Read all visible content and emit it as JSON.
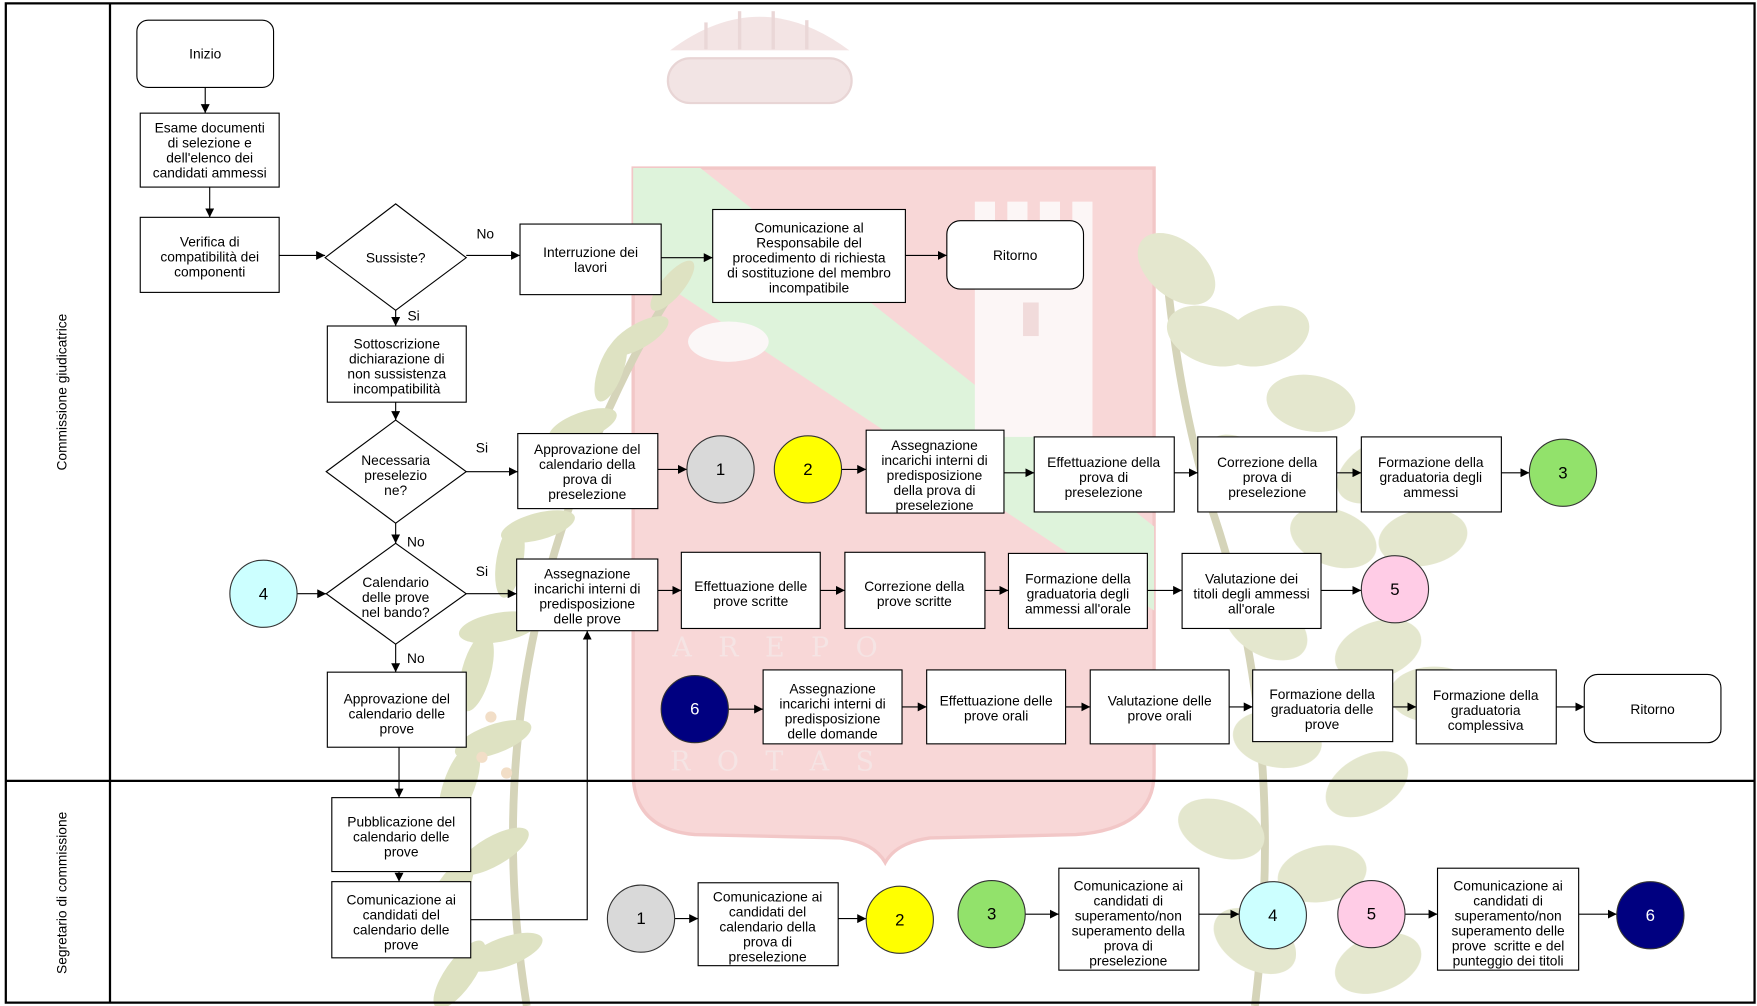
{
  "lanes": {
    "top": "Commissione giudicatrice",
    "bottom": "Segretario di commissione"
  },
  "watermark": {
    "motto_1": "A R E P O",
    "motto_2": "R O T A S"
  },
  "nodes": {
    "inizio": [
      "Inizio"
    ],
    "esame_documenti": [
      "Esame documenti",
      "di selezione e",
      "dell'elenco dei",
      "candidati ammessi"
    ],
    "verifica_compatibilita": [
      "Verifica di",
      "compatibilità dei",
      "componenti"
    ],
    "sussiste": [
      "Sussiste?"
    ],
    "interruzione_lavori": [
      "Interruzione dei",
      "lavori"
    ],
    "comunicazione_responsabile": [
      "Comunicazione al",
      "Responsabile del",
      "procedimento di richiesta",
      "di sostituzione del membro",
      "incompatibile"
    ],
    "ritorno_1": [
      "Ritorno"
    ],
    "sottoscrizione": [
      "Sottoscrizione",
      "dichiarazione di",
      "non sussistenza",
      "incompatibilità"
    ],
    "necessaria_preselezione": [
      "Necessaria",
      "preselezio",
      "ne?"
    ],
    "approvazione_calendario_preselezione": [
      "Approvazione del",
      "calendario della",
      "prova di",
      "preselezione"
    ],
    "assegnazione_preselezione": [
      "Assegnazione",
      "incarichi interni di",
      "predisposizione",
      "della prova di",
      "preselezione"
    ],
    "effettuazione_preselezione": [
      "Effettuazione della",
      "prova di",
      "preselezione"
    ],
    "correzione_preselezione": [
      "Correzione della",
      "prova di",
      "preselezione"
    ],
    "formazione_graduatoria_ammessi": [
      "Formazione della",
      "graduatoria degli",
      "ammessi"
    ],
    "calendario_nel_bando": [
      "Calendario",
      "delle prove",
      "nel bando?"
    ],
    "assegnazione_prove": [
      "Assegnazione",
      "incarichi interni di",
      "predisposizione",
      "delle prove"
    ],
    "effettuazione_scritte": [
      "Effettuazione delle",
      "prove scritte"
    ],
    "correzione_scritte": [
      "Correzione della",
      "prove scritte"
    ],
    "formazione_graduatoria_orale": [
      "Formazione della",
      "graduatoria degli",
      "ammessi all'orale"
    ],
    "valutazione_titoli": [
      "Valutazione dei",
      "titoli degli ammessi",
      "all'orale"
    ],
    "approvazione_calendario_prove": [
      "Approvazione del",
      "calendario delle",
      "prove"
    ],
    "assegnazione_domande": [
      "Assegnazione",
      "incarichi interni di",
      "predisposizione",
      "delle domande"
    ],
    "effettuazione_orali": [
      "Effettuazione delle",
      "prove orali"
    ],
    "valutazione_orali": [
      "Valutazione delle",
      "prove orali"
    ],
    "formazione_graduatoria_prove": [
      "Formazione della",
      "graduatoria delle",
      "prove"
    ],
    "formazione_graduatoria_complessiva": [
      "Formazione della",
      "graduatoria",
      "complessiva"
    ],
    "ritorno_2": [
      "Ritorno"
    ],
    "pubblicazione_calendario": [
      "Pubblicazione del",
      "calendario delle",
      "prove"
    ],
    "comunicazione_calendario_prove": [
      "Comunicazione ai",
      "candidati del",
      "calendario delle",
      "prove"
    ],
    "comunicazione_calendario_preselezione": [
      "Comunicazione ai",
      "candidati del",
      "calendario della",
      "prova di",
      "preselezione"
    ],
    "comunicazione_esito_preselezione": [
      "Comunicazione ai",
      "candidati di",
      "superamento/non",
      "superamento della",
      "prova di",
      "preselezione"
    ],
    "comunicazione_esito_scritte": [
      "Comunicazione ai",
      "candidati di",
      "superamento/non",
      "superamento delle",
      "prove  scritte e del",
      "punteggio dei titoli"
    ]
  },
  "connectors": {
    "top": {
      "c1": "1",
      "c2": "2",
      "c3": "3",
      "c4": "4",
      "c5": "5",
      "c6": "6"
    },
    "bottom": {
      "c1": "1",
      "c2": "2",
      "c3": "3",
      "c4": "4",
      "c5": "5",
      "c6": "6"
    }
  },
  "connector_colors": {
    "c1": "#d9d9d9",
    "c2": "#ffff00",
    "c3": "#92e26b",
    "c4": "#ccffff",
    "c5": "#ffcce6",
    "c6": "#000080"
  },
  "edge_labels": {
    "sussiste_no": "No",
    "sussiste_si": "Si",
    "preselezione_si": "Si",
    "preselezione_no": "No",
    "bando_si": "Si",
    "bando_no": "No"
  }
}
